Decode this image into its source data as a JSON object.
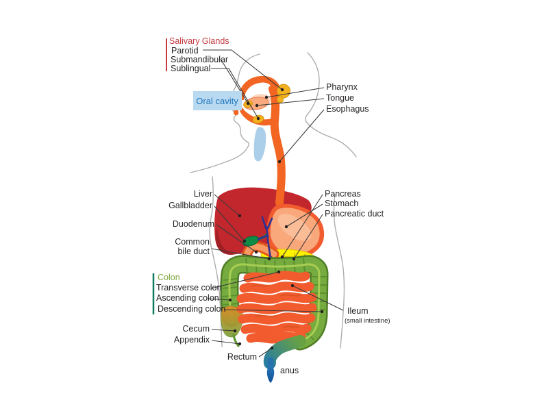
{
  "diagram": {
    "type": "human-digestive-system-anatomy",
    "labels": {
      "salivary_glands": "Salivary Glands",
      "parotid": "Parotid",
      "submandibular": "Submandibular",
      "sublingual": "Sublingual",
      "oral_cavity": "Oral cavity",
      "pharynx": "Pharynx",
      "tongue": "Tongue",
      "esophagus": "Esophagus",
      "liver": "Liver",
      "gallbladder": "Gallbladder",
      "duodenum": "Duodenum",
      "common_bile_duct_line1": "Common",
      "common_bile_duct_line2": "bile duct",
      "pancreas": "Pancreas",
      "stomach": "Stomach",
      "pancreatic_duct": "Pancreatic duct",
      "colon": "Colon",
      "transverse_colon": "Transverse colon",
      "ascending_colon": "Ascending colon",
      "descending_colon": "Descending colon",
      "cecum": "Cecum",
      "appendix": "Appendix",
      "ileum": "Ileum",
      "ileum_note": "(small intestine)",
      "rectum": "Rectum",
      "anus": "anus"
    },
    "colors": {
      "label_text": "#231f20",
      "leader_line": "#3a3a3a",
      "salivary_heading": "#c53a40",
      "colon_heading": "#7fa83c",
      "colon_bracket": "#0e7d5e",
      "salivary_bracket": "#c53a40",
      "oral_cavity_bg": "#b9d9f1",
      "oral_cavity_text": "#1c75bc",
      "esophagus_orange": "#f26522",
      "tongue_salmon": "#f9ab7f",
      "gland_yellow": "#f2b21f",
      "trachea_blue": "#abcfe9",
      "liver_red": "#c1272d",
      "liver_shadow": "#9e2025",
      "stomach_outline": "#f15b2e",
      "stomach_fill": "#f9a87c",
      "pancreas_yellow": "#fff200",
      "duct_blue": "#2e3192",
      "gallbladder_green": "#0e8c46",
      "colon_green": "#76ac3f",
      "colon_dark": "#4f7d26",
      "colon_taenia": "#a8cd52",
      "small_intestine_orange": "#f15b2e",
      "cecum_orange": "#e08a28",
      "cecum_green": "#7fa33c",
      "rectum_teal": "#2a7e9e",
      "anus_blue": "#1c75bc",
      "body_outline": "#adadad"
    }
  }
}
